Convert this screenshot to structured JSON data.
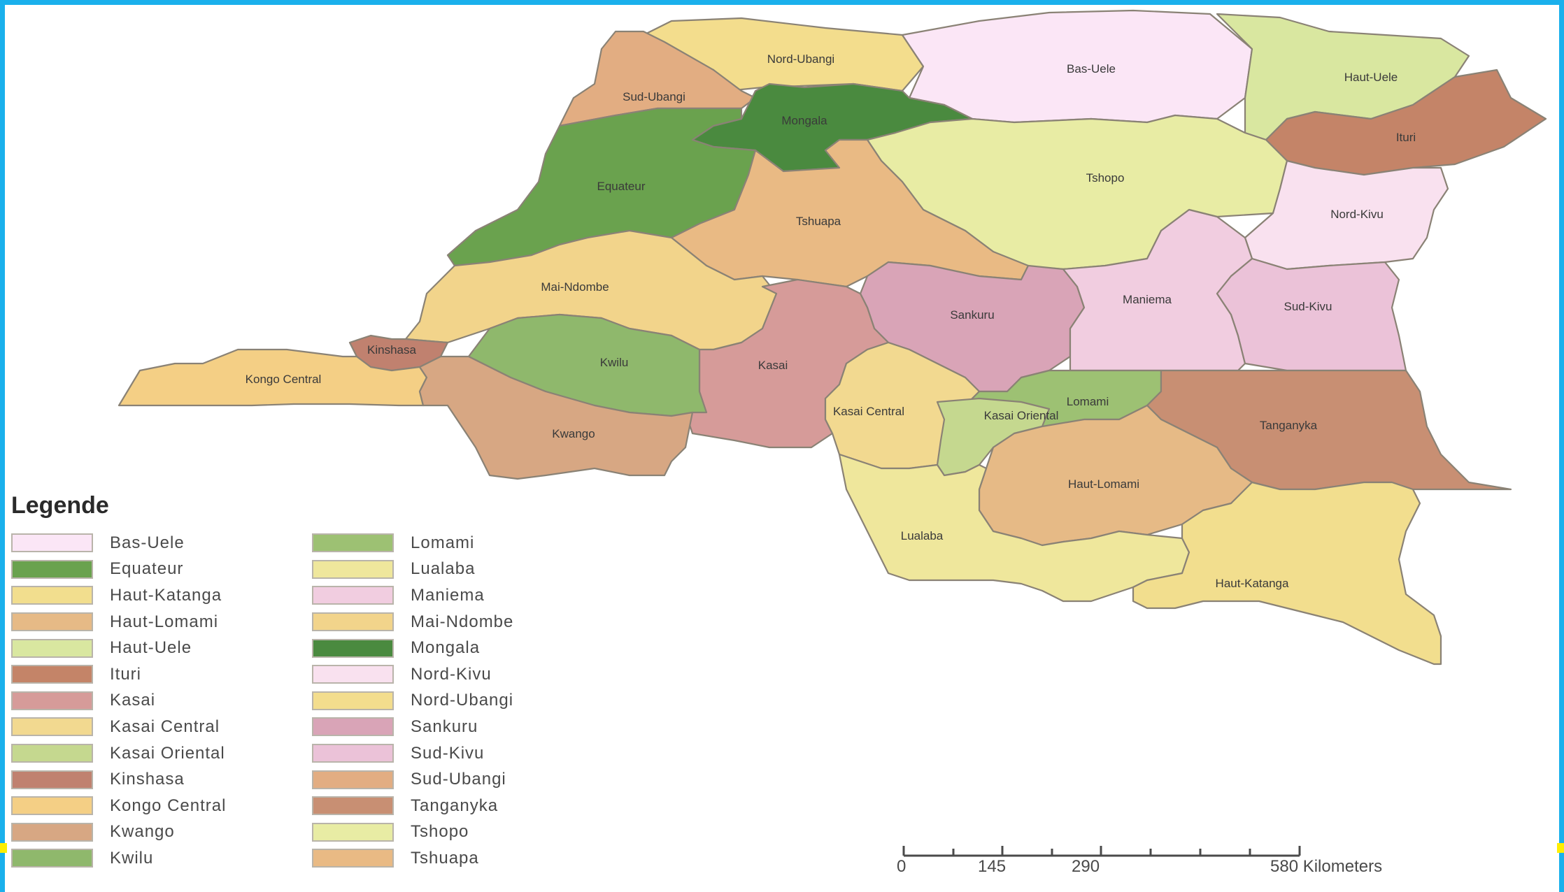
{
  "legend": {
    "title": "Legende",
    "col1": [
      {
        "label": "Bas-Uele",
        "color": "#fbe6f6"
      },
      {
        "label": "Equateur",
        "color": "#6aa24e"
      },
      {
        "label": "Haut-Katanga",
        "color": "#f2de8e"
      },
      {
        "label": "Haut-Lomami",
        "color": "#e6ba86"
      },
      {
        "label": "Haut-Uele",
        "color": "#d9e7a0"
      },
      {
        "label": "Ituri",
        "color": "#c48468"
      },
      {
        "label": "Kasai",
        "color": "#d69b99"
      },
      {
        "label": "Kasai Central",
        "color": "#f2d990"
      },
      {
        "label": "Kasai Oriental",
        "color": "#c5d88f"
      },
      {
        "label": "Kinshasa",
        "color": "#c0816f"
      },
      {
        "label": "Kongo Central",
        "color": "#f4cf85"
      },
      {
        "label": "Kwango",
        "color": "#d7a783"
      },
      {
        "label": "Kwilu",
        "color": "#8fb86c"
      }
    ],
    "col2": [
      {
        "label": "Lomami",
        "color": "#9dc173"
      },
      {
        "label": "Lualaba",
        "color": "#efe79c"
      },
      {
        "label": "Maniema",
        "color": "#f1cde0"
      },
      {
        "label": "Mai-Ndombe",
        "color": "#f2d48b"
      },
      {
        "label": "Mongala",
        "color": "#4a8a3f"
      },
      {
        "label": "Nord-Kivu",
        "color": "#f9e1ef"
      },
      {
        "label": "Nord-Ubangi",
        "color": "#f3dd8d"
      },
      {
        "label": "Sankuru",
        "color": "#d9a4b7"
      },
      {
        "label": "Sud-Kivu",
        "color": "#ebc2d8"
      },
      {
        "label": "Sud-Ubangi",
        "color": "#e2ad82"
      },
      {
        "label": "Tanganyka",
        "color": "#c88f73"
      },
      {
        "label": "Tshopo",
        "color": "#e8eca4"
      },
      {
        "label": "Tshuapa",
        "color": "#e9ba84"
      }
    ]
  },
  "map_labels": {
    "nord_ubangi": "Nord-Ubangi",
    "bas_uele": "Bas-Uele",
    "haut_uele": "Haut-Uele",
    "sud_ubangi": "Sud-Ubangi",
    "mongala": "Mongala",
    "ituri": "Ituri",
    "equateur": "Equateur",
    "tshopo": "Tshopo",
    "tshuapa": "Tshuapa",
    "nord_kivu": "Nord-Kivu",
    "mai_ndombe": "Mai-Ndombe",
    "maniema": "Maniema",
    "sankuru": "Sankuru",
    "sud_kivu": "Sud-Kivu",
    "kinshasa": "Kinshasa",
    "kongo_central": "Kongo Central",
    "kwilu": "Kwilu",
    "kasai": "Kasai",
    "lomami": "Lomami",
    "kasai_central": "Kasai Central",
    "kasai_oriental": "Kasai Oriental",
    "tanganyka": "Tanganyka",
    "kwango": "Kwango",
    "haut_lomami": "Haut-Lomami",
    "lualaba": "Lualaba",
    "haut_katanga": "Haut-Katanga"
  },
  "scale_bar": {
    "tick_0": "0",
    "tick_145": "145",
    "tick_290": "290",
    "tick_580": "580 Kilometers"
  },
  "colors": {
    "frame": "#1ab0ec",
    "marker": "#ffee00",
    "border": "#8a8275"
  }
}
